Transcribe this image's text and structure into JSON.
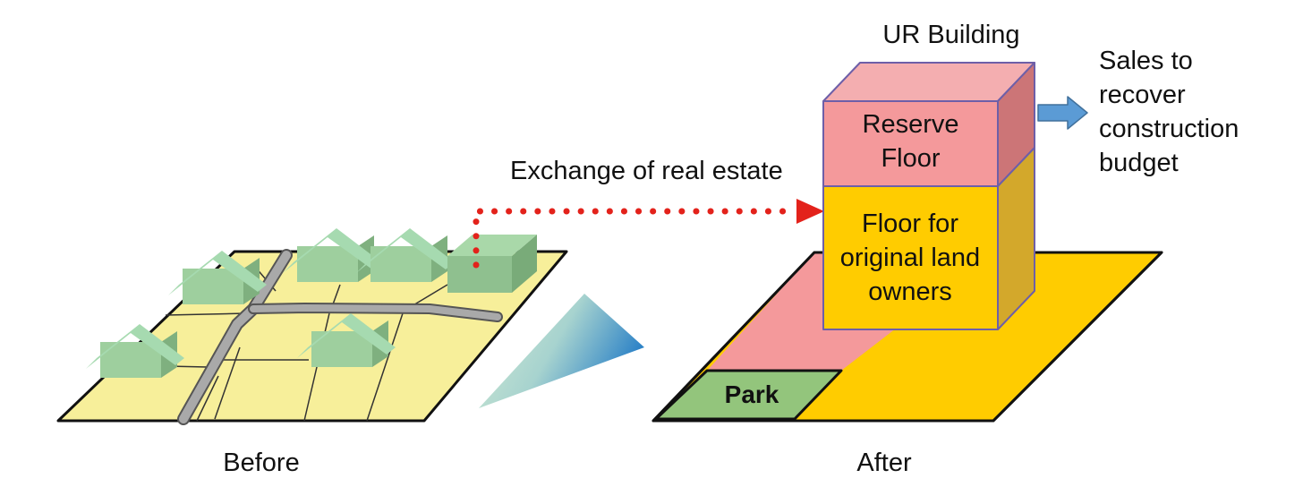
{
  "labels": {
    "before": "Before",
    "after": "After",
    "exchange": "Exchange of real estate",
    "ur_building": "UR Building",
    "reserve_floor": [
      "Reserve",
      "Floor"
    ],
    "original_owners_floor": [
      "Floor for",
      "original land",
      "owners"
    ],
    "sales": [
      "Sales to",
      "recover",
      "construction",
      "budget"
    ],
    "park": "Park"
  },
  "colors": {
    "land_yellow": "#f7ef9a",
    "road_gray": "#a9a9a9",
    "house_green": "#9fd6a8",
    "after_yellow": "#ffcc00",
    "reserve_pink": "#f4999b",
    "park_green": "#93c57c",
    "arrow_red": "#e3221b",
    "arrow_blue": "#5b9bd5"
  }
}
